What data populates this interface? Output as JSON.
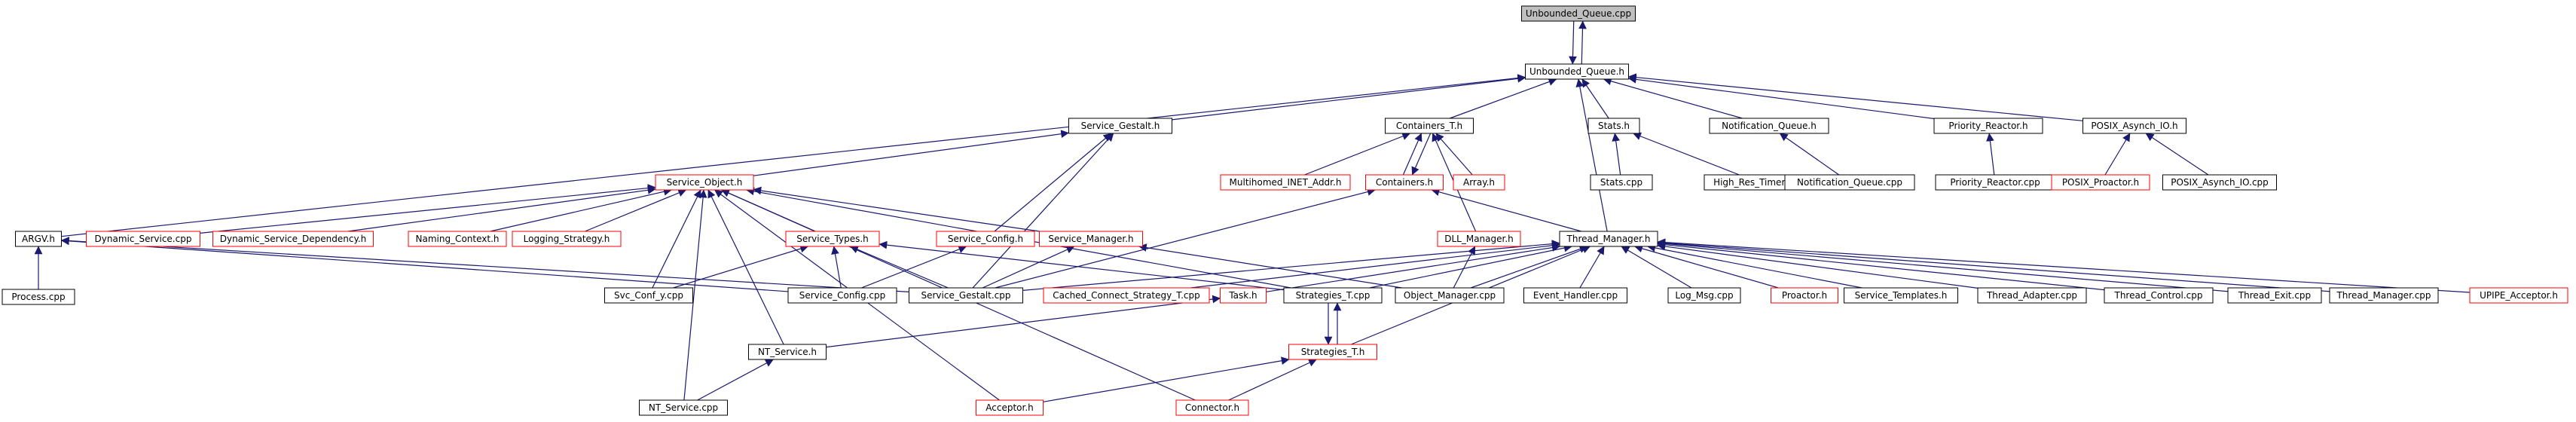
{
  "title": "",
  "colors": {
    "normal_border": "#000000",
    "link_border": "#ff0000",
    "root_fill": "#bfbfbf",
    "edge": "#191970",
    "edge_red": "#8b1a1a"
  },
  "nodes": [
    {
      "id": "n_unbounded_queue_cpp",
      "label": "Unbounded_Queue.cpp",
      "style": "root"
    },
    {
      "id": "n_unbounded_queue_h",
      "label": "Unbounded_Queue.h",
      "style": "normal"
    },
    {
      "id": "n_service_gestalt_h",
      "label": "Service_Gestalt.h",
      "style": "normal"
    },
    {
      "id": "n_containers_t_h",
      "label": "Containers_T.h",
      "style": "normal"
    },
    {
      "id": "n_stats_h",
      "label": "Stats.h",
      "style": "normal"
    },
    {
      "id": "n_notification_queue_h",
      "label": "Notification_Queue.h",
      "style": "normal"
    },
    {
      "id": "n_priority_reactor_h",
      "label": "Priority_Reactor.h",
      "style": "normal"
    },
    {
      "id": "n_posix_asynch_io_h",
      "label": "POSIX_Asynch_IO.h",
      "style": "normal"
    },
    {
      "id": "n_service_object_h",
      "label": "Service_Object.h",
      "style": "red"
    },
    {
      "id": "n_multihomed_inet_addr_h",
      "label": "Multihomed_INET_Addr.h",
      "style": "red"
    },
    {
      "id": "n_containers_h",
      "label": "Containers.h",
      "style": "red"
    },
    {
      "id": "n_array_h",
      "label": "Array.h",
      "style": "red"
    },
    {
      "id": "n_stats_cpp",
      "label": "Stats.cpp",
      "style": "normal"
    },
    {
      "id": "n_high_res_timer_cpp",
      "label": "High_Res_Timer.cpp",
      "style": "normal"
    },
    {
      "id": "n_notification_queue_cpp",
      "label": "Notification_Queue.cpp",
      "style": "normal"
    },
    {
      "id": "n_priority_reactor_cpp",
      "label": "Priority_Reactor.cpp",
      "style": "normal"
    },
    {
      "id": "n_posix_proactor_h",
      "label": "POSIX_Proactor.h",
      "style": "red"
    },
    {
      "id": "n_posix_asynch_io_cpp",
      "label": "POSIX_Asynch_IO.cpp",
      "style": "normal"
    },
    {
      "id": "n_argv_h",
      "label": "ARGV.h",
      "style": "normal"
    },
    {
      "id": "n_dynamic_service_cpp",
      "label": "Dynamic_Service.cpp",
      "style": "red"
    },
    {
      "id": "n_dynamic_service_dependency_h",
      "label": "Dynamic_Service_Dependency.h",
      "style": "red"
    },
    {
      "id": "n_naming_context_h",
      "label": "Naming_Context.h",
      "style": "red"
    },
    {
      "id": "n_logging_strategy_h",
      "label": "Logging_Strategy.h",
      "style": "red"
    },
    {
      "id": "n_service_config_h",
      "label": "Service_Config.h",
      "style": "red"
    },
    {
      "id": "n_service_manager_h",
      "label": "Service_Manager.h",
      "style": "red"
    },
    {
      "id": "n_dll_manager_h",
      "label": "DLL_Manager.h",
      "style": "red"
    },
    {
      "id": "n_thread_manager_h",
      "label": "Thread_Manager.h",
      "style": "normal"
    },
    {
      "id": "n_service_types_h",
      "label": "Service_Types.h",
      "style": "red"
    },
    {
      "id": "n_process_cpp",
      "label": "Process.cpp",
      "style": "normal"
    },
    {
      "id": "n_svc_conf_y_cpp",
      "label": "Svc_Conf_y.cpp",
      "style": "normal"
    },
    {
      "id": "n_service_config_cpp",
      "label": "Service_Config.cpp",
      "style": "normal"
    },
    {
      "id": "n_service_gestalt_cpp",
      "label": "Service_Gestalt.cpp",
      "style": "normal"
    },
    {
      "id": "n_cached_connect_strategy_t_cpp",
      "label": "Cached_Connect_Strategy_T.cpp",
      "style": "red"
    },
    {
      "id": "n_task_h",
      "label": "Task.h",
      "style": "red"
    },
    {
      "id": "n_strategies_t_cpp",
      "label": "Strategies_T.cpp",
      "style": "normal"
    },
    {
      "id": "n_object_manager_cpp",
      "label": "Object_Manager.cpp",
      "style": "normal"
    },
    {
      "id": "n_event_handler_cpp",
      "label": "Event_Handler.cpp",
      "style": "normal"
    },
    {
      "id": "n_log_msg_cpp",
      "label": "Log_Msg.cpp",
      "style": "normal"
    },
    {
      "id": "n_proactor_h",
      "label": "Proactor.h",
      "style": "red"
    },
    {
      "id": "n_service_templates_h",
      "label": "Service_Templates.h",
      "style": "normal"
    },
    {
      "id": "n_thread_adapter_cpp",
      "label": "Thread_Adapter.cpp",
      "style": "normal"
    },
    {
      "id": "n_thread_control_cpp",
      "label": "Thread_Control.cpp",
      "style": "normal"
    },
    {
      "id": "n_thread_exit_cpp",
      "label": "Thread_Exit.cpp",
      "style": "normal"
    },
    {
      "id": "n_thread_manager_cpp",
      "label": "Thread_Manager.cpp",
      "style": "normal"
    },
    {
      "id": "n_upipe_acceptor_h",
      "label": "UPIPE_Acceptor.h",
      "style": "red"
    },
    {
      "id": "n_nt_service_h",
      "label": "NT_Service.h",
      "style": "normal"
    },
    {
      "id": "n_strategies_t_h",
      "label": "Strategies_T.h",
      "style": "red"
    },
    {
      "id": "n_nt_service_cpp",
      "label": "NT_Service.cpp",
      "style": "normal"
    },
    {
      "id": "n_acceptor_h",
      "label": "Acceptor.h",
      "style": "red"
    },
    {
      "id": "n_connector_h",
      "label": "Connector.h",
      "style": "red"
    }
  ],
  "edges": [
    [
      "n_unbounded_queue_h",
      "n_unbounded_queue_cpp"
    ],
    [
      "n_unbounded_queue_cpp",
      "n_unbounded_queue_h"
    ],
    [
      "n_service_gestalt_h",
      "n_unbounded_queue_h"
    ],
    [
      "n_containers_t_h",
      "n_unbounded_queue_h"
    ],
    [
      "n_stats_h",
      "n_unbounded_queue_h"
    ],
    [
      "n_notification_queue_h",
      "n_unbounded_queue_h"
    ],
    [
      "n_priority_reactor_h",
      "n_unbounded_queue_h"
    ],
    [
      "n_posix_asynch_io_h",
      "n_unbounded_queue_h"
    ],
    [
      "n_argv_h",
      "n_unbounded_queue_h"
    ],
    [
      "n_thread_manager_h",
      "n_unbounded_queue_h"
    ],
    [
      "n_service_object_h",
      "n_service_gestalt_h"
    ],
    [
      "n_service_config_h",
      "n_service_gestalt_h"
    ],
    [
      "n_service_gestalt_cpp",
      "n_service_gestalt_h"
    ],
    [
      "n_multihomed_inet_addr_h",
      "n_containers_t_h"
    ],
    [
      "n_containers_h",
      "n_containers_t_h"
    ],
    [
      "n_array_h",
      "n_containers_t_h"
    ],
    [
      "n_dll_manager_h",
      "n_containers_t_h"
    ],
    [
      "n_containers_t_h",
      "n_containers_h"
    ],
    [
      "n_stats_cpp",
      "n_stats_h"
    ],
    [
      "n_high_res_timer_cpp",
      "n_stats_h"
    ],
    [
      "n_notification_queue_cpp",
      "n_notification_queue_h"
    ],
    [
      "n_priority_reactor_cpp",
      "n_priority_reactor_h"
    ],
    [
      "n_posix_proactor_h",
      "n_posix_asynch_io_h"
    ],
    [
      "n_posix_asynch_io_cpp",
      "n_posix_asynch_io_h"
    ],
    [
      "n_dynamic_service_cpp",
      "n_service_object_h"
    ],
    [
      "n_dynamic_service_dependency_h",
      "n_service_object_h"
    ],
    [
      "n_naming_context_h",
      "n_service_object_h"
    ],
    [
      "n_logging_strategy_h",
      "n_service_object_h"
    ],
    [
      "n_service_types_h",
      "n_service_object_h"
    ],
    [
      "n_service_manager_h",
      "n_service_object_h"
    ],
    [
      "n_svc_conf_y_cpp",
      "n_service_object_h"
    ],
    [
      "n_nt_service_h",
      "n_service_object_h"
    ],
    [
      "n_acceptor_h",
      "n_service_object_h"
    ],
    [
      "n_connector_h",
      "n_service_object_h"
    ],
    [
      "n_nt_service_cpp",
      "n_service_object_h"
    ],
    [
      "n_strategies_t_cpp",
      "n_service_object_h"
    ],
    [
      "n_thread_manager_h",
      "n_containers_h"
    ],
    [
      "n_service_gestalt_cpp",
      "n_containers_h"
    ],
    [
      "n_process_cpp",
      "n_argv_h"
    ],
    [
      "n_service_config_cpp",
      "n_argv_h"
    ],
    [
      "n_service_gestalt_cpp",
      "n_argv_h"
    ],
    [
      "n_svc_conf_y_cpp",
      "n_service_types_h"
    ],
    [
      "n_service_config_cpp",
      "n_service_types_h"
    ],
    [
      "n_service_gestalt_cpp",
      "n_service_types_h"
    ],
    [
      "n_strategies_t_cpp",
      "n_service_types_h"
    ],
    [
      "n_service_config_cpp",
      "n_service_config_h"
    ],
    [
      "n_service_gestalt_cpp",
      "n_service_manager_h"
    ],
    [
      "n_object_manager_cpp",
      "n_service_manager_h"
    ],
    [
      "n_object_manager_cpp",
      "n_dll_manager_h"
    ],
    [
      "n_service_gestalt_cpp",
      "n_thread_manager_h"
    ],
    [
      "n_cached_connect_strategy_t_cpp",
      "n_thread_manager_h"
    ],
    [
      "n_task_h",
      "n_thread_manager_h"
    ],
    [
      "n_strategies_t_cpp",
      "n_thread_manager_h"
    ],
    [
      "n_object_manager_cpp",
      "n_thread_manager_h"
    ],
    [
      "n_event_handler_cpp",
      "n_thread_manager_h"
    ],
    [
      "n_log_msg_cpp",
      "n_thread_manager_h"
    ],
    [
      "n_proactor_h",
      "n_thread_manager_h"
    ],
    [
      "n_service_templates_h",
      "n_thread_manager_h"
    ],
    [
      "n_thread_adapter_cpp",
      "n_thread_manager_h"
    ],
    [
      "n_thread_control_cpp",
      "n_thread_manager_h"
    ],
    [
      "n_thread_exit_cpp",
      "n_thread_manager_h"
    ],
    [
      "n_thread_manager_cpp",
      "n_thread_manager_h"
    ],
    [
      "n_upipe_acceptor_h",
      "n_thread_manager_h"
    ],
    [
      "n_strategies_t_h",
      "n_thread_manager_h"
    ],
    [
      "n_nt_service_h",
      "n_task_h"
    ],
    [
      "n_strategies_t_h",
      "n_strategies_t_cpp"
    ],
    [
      "n_strategies_t_cpp",
      "n_strategies_t_h"
    ],
    [
      "n_nt_service_cpp",
      "n_nt_service_h"
    ],
    [
      "n_acceptor_h",
      "n_strategies_t_h"
    ],
    [
      "n_connector_h",
      "n_strategies_t_h"
    ]
  ]
}
